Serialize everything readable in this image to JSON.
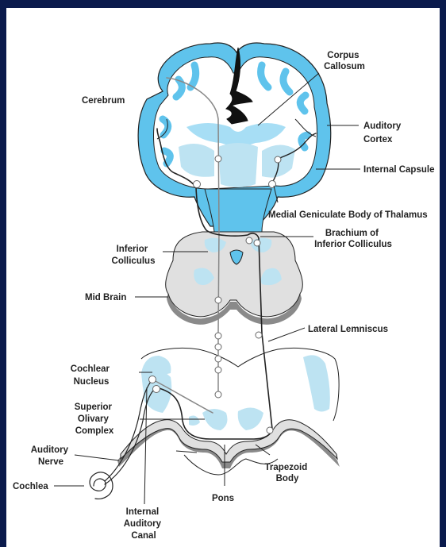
{
  "labels": {
    "corpus_callosum": [
      "Corpus",
      "Callosum"
    ],
    "cerebrum": "Cerebrum",
    "auditory_cortex": [
      "Auditory",
      "Cortex"
    ],
    "internal_capsule": "Internal Capsule",
    "medial_geniculate": "Medial Geniculate Body of Thalamus",
    "brachium": [
      "Brachium of",
      "Inferior Colliculus"
    ],
    "inferior_colliculus": [
      "Inferior",
      "Colliculus"
    ],
    "mid_brain": "Mid Brain",
    "lateral_lemniscus": "Lateral Lemniscus",
    "cochlear_nucleus": [
      "Cochlear",
      "Nucleus"
    ],
    "superior_olivary": [
      "Superior",
      "Olivary",
      "Complex"
    ],
    "auditory_nerve": [
      "Auditory",
      "Nerve"
    ],
    "cochlea": "Cochlea",
    "trapezoid_body": [
      "Trapezoid",
      "Body"
    ],
    "pons": "Pons",
    "internal_auditory_canal": [
      "Internal",
      "Auditory",
      "Canal"
    ]
  },
  "colors": {
    "background": "#0a1a4c",
    "highlight_blue": "#bde3f2",
    "accent_blue": "#5fc3ec",
    "tissue_gray": "#e0e0e0",
    "shadow_gray": "#8a8a8a",
    "line": "#222222"
  }
}
